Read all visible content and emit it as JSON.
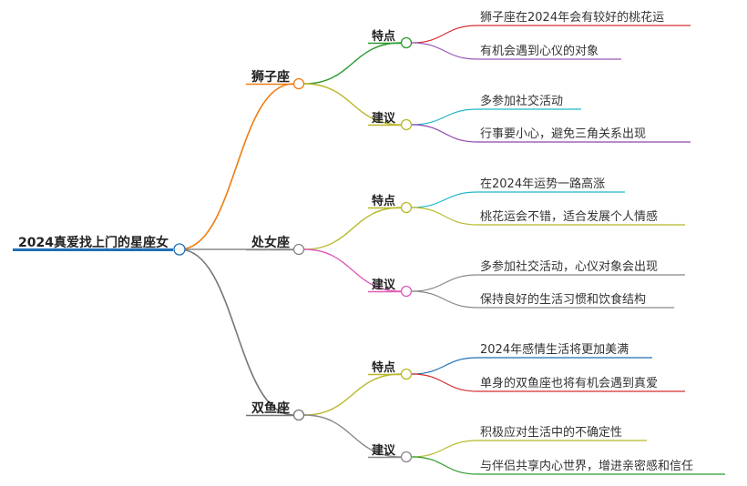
{
  "root": {
    "label": "2024真爱找上门的星座女",
    "color": "#1f6fb5"
  },
  "branches": [
    {
      "label": "狮子座",
      "color": "#f07c12",
      "groups": [
        {
          "label": "特点",
          "color": "#2d9a2d",
          "leaves": [
            {
              "label": "狮子座在2024年会有较好的桃花运",
              "color": "#d62f2f"
            },
            {
              "label": "有机会遇到心仪的对象",
              "color": "#9b59b6"
            }
          ]
        },
        {
          "label": "建议",
          "color": "#b8b82a",
          "leaves": [
            {
              "label": "多参加社交活动",
              "color": "#22b8c8"
            },
            {
              "label": "行事要小心，避免三角关系出现",
              "color": "#8e44ad"
            }
          ]
        }
      ]
    },
    {
      "label": "处女座",
      "color": "#888888",
      "groups": [
        {
          "label": "特点",
          "color": "#b8b82a",
          "leaves": [
            {
              "label": "在2024年运势一路高涨",
              "color": "#22b8c8"
            },
            {
              "label": "桃花运会不错，适合发展个人情感",
              "color": "#b8b82a"
            }
          ]
        },
        {
          "label": "建议",
          "color": "#e05cb8",
          "leaves": [
            {
              "label": "多参加社交活动，心仪对象会出现",
              "color": "#888888"
            },
            {
              "label": "保持良好的生活习惯和饮食结构",
              "color": "#888888"
            }
          ]
        }
      ]
    },
    {
      "label": "双鱼座",
      "color": "#777777",
      "groups": [
        {
          "label": "特点",
          "color": "#b8b82a",
          "leaves": [
            {
              "label": "2024年感情生活将更加美满",
              "color": "#1f6fb5"
            },
            {
              "label": "单身的双鱼座也将有机会遇到真爱",
              "color": "#d62f2f"
            }
          ]
        },
        {
          "label": "建议",
          "color": "#888888",
          "leaves": [
            {
              "label": "积极应对生活中的不确定性",
              "color": "#b8b82a"
            },
            {
              "label": "与伴侣共享内心世界，增进亲密感和信任",
              "color": "#2d9a2d"
            }
          ]
        }
      ]
    }
  ]
}
